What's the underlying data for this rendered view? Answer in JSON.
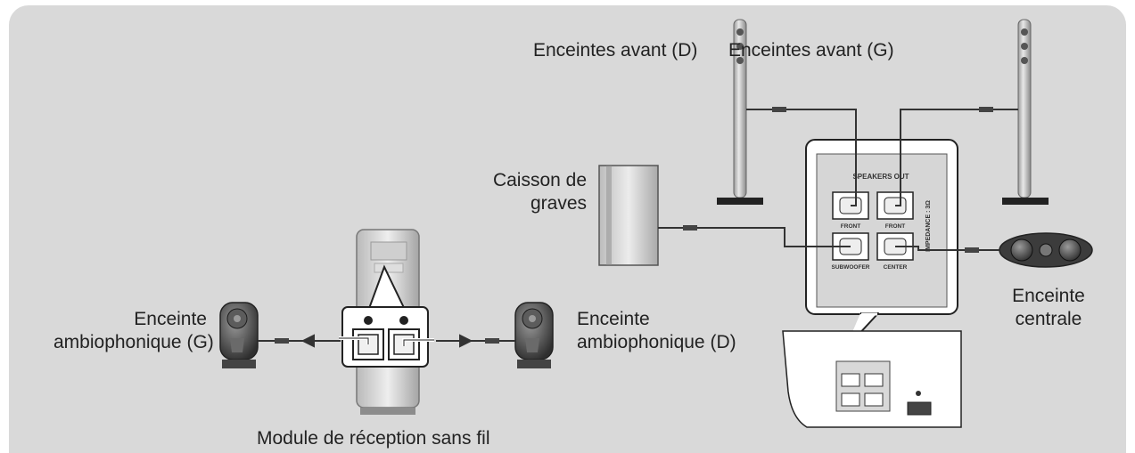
{
  "labels": {
    "front_right": "Enceintes avant (D)",
    "front_left": "Enceintes avant (G)",
    "subwoofer_line1": "Caisson de",
    "subwoofer_line2": "graves",
    "surround_left_line1": "Enceinte",
    "surround_left_line2": "ambiophonique (G)",
    "surround_right_line1": "Enceinte",
    "surround_right_line2": "ambiophonique (D)",
    "center_line1": "Enceinte",
    "center_line2": "centrale",
    "wireless_module": "Module de réception sans fil"
  },
  "panel_text": {
    "speakers_out": "SPEAKERS OUT",
    "front_r": "FRONT",
    "front_l": "FRONT",
    "subwoofer": "SUBWOOFER",
    "center": "CENTER",
    "impedance": "IMPEDANCE : 3Ω"
  },
  "colors": {
    "background": "#d9d9d9",
    "speaker_dark": "#4a4a4a",
    "cable": "#333333"
  }
}
